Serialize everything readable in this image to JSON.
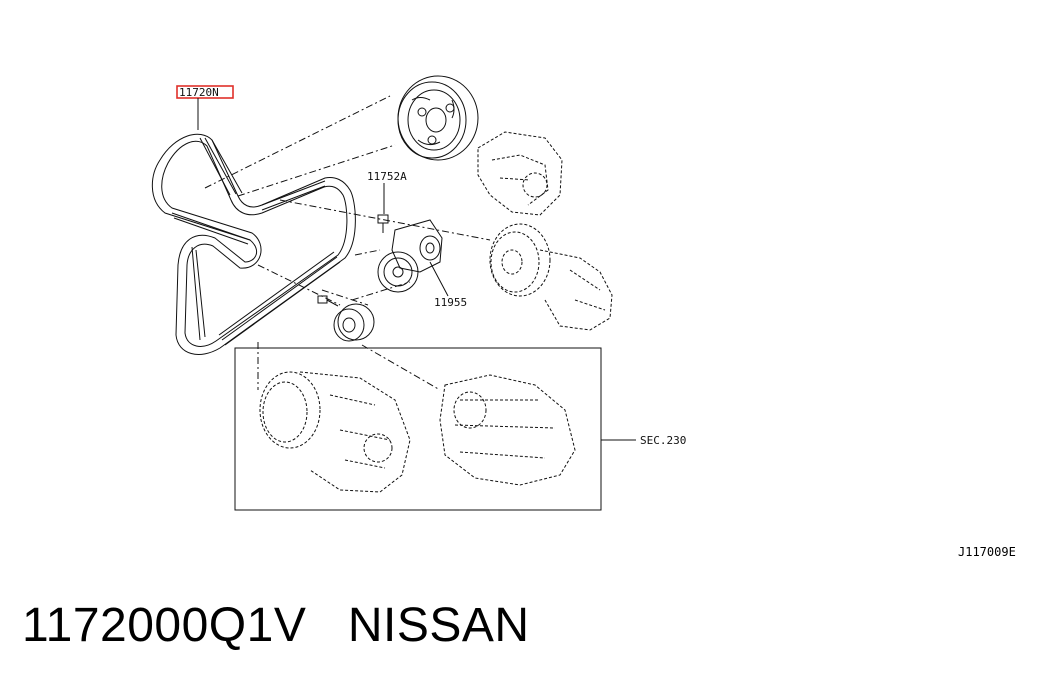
{
  "diagram": {
    "callouts": {
      "belt": "11720N",
      "tensioner_bolt": "11752A",
      "idler_pulley": "11955",
      "section_ref": "SEC.230"
    },
    "figure_code": "J117009E",
    "highlight_color": "#e0302a"
  },
  "caption": {
    "part_number": "1172000Q1V",
    "brand": "NISSAN"
  }
}
